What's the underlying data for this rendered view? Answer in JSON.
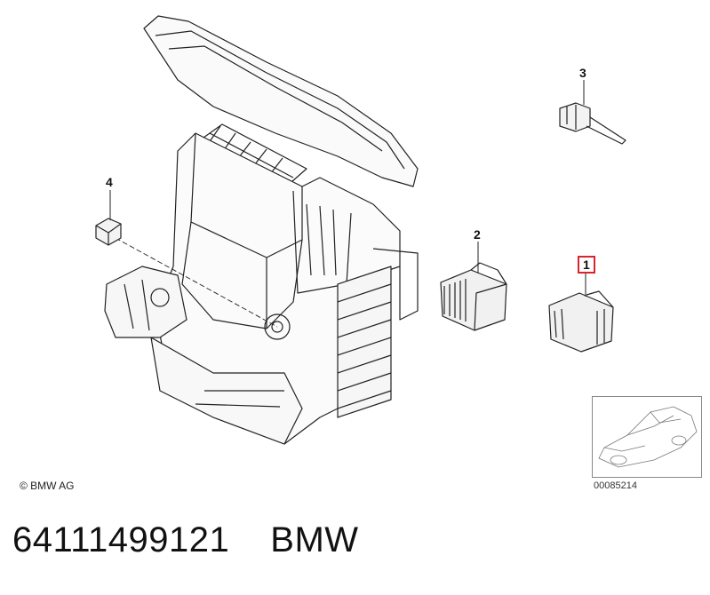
{
  "callouts": {
    "c1": "1",
    "c2": "2",
    "c3": "3",
    "c4": "4"
  },
  "highlight_color": "#d9232e",
  "copyright": "© BMW AG",
  "reference_number": "00085214",
  "caption": {
    "part_number": "64111499121",
    "brand": "BMW"
  }
}
